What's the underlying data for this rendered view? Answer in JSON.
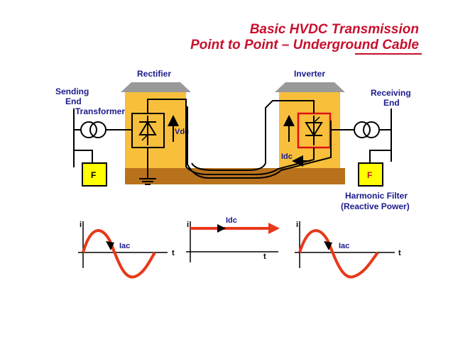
{
  "title": {
    "line1": "Basic HVDC Transmission",
    "line2": "Point to Point – Underground Cable"
  },
  "labels": {
    "sending_end_1": "Sending",
    "sending_end_2": "End",
    "transformer": "Transformer",
    "rectifier": "Rectifier",
    "inverter": "Inverter",
    "receiving_end_1": "Receiving",
    "receiving_end_2": "End",
    "vdc": "Vdc",
    "idc_station": "Idc",
    "filter_left": "F",
    "filter_right": "F",
    "harmonic_filter_1": "Harmonic Filter",
    "harmonic_filter_2": "(Reactive Power)"
  },
  "waveforms": [
    {
      "axis_y": "i",
      "axis_x": "t",
      "label": "Iac"
    },
    {
      "axis_y": "i",
      "axis_x": "t",
      "label": "Idc"
    },
    {
      "axis_y": "i",
      "axis_x": "t",
      "label": "Iac"
    }
  ],
  "colors": {
    "title": "#c8102e",
    "label": "#1a1a8c",
    "station": "#f7bf3c",
    "roof": "#9a9a9a",
    "ground": "#b8721c",
    "filter": "#ffff00",
    "waveform": "#e8381a",
    "inverter_valve_border": "#e01010"
  }
}
